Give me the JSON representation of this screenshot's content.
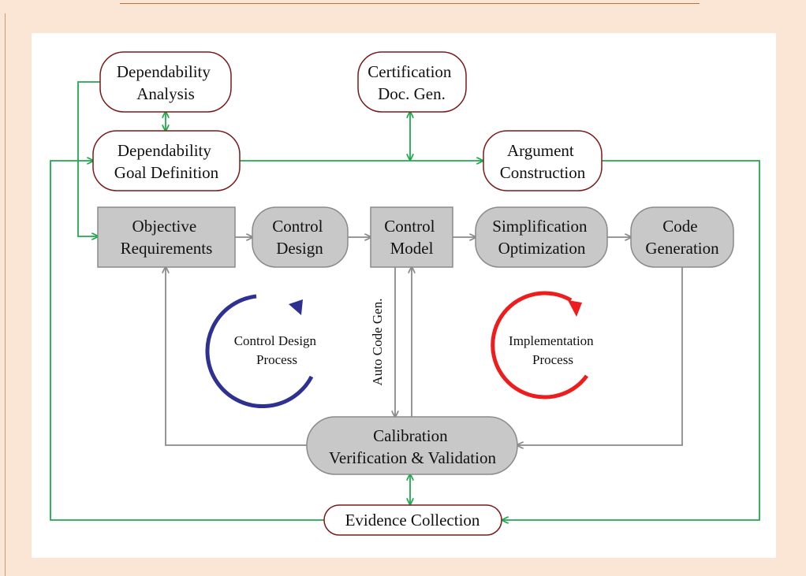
{
  "nodes": {
    "dependability_analysis": [
      "Dependability",
      "Analysis"
    ],
    "certification_doc_gen": [
      "Certification",
      "Doc. Gen."
    ],
    "dependability_goal_definition": [
      "Dependability",
      "Goal Definition"
    ],
    "argument_construction": [
      "Argument",
      "Construction"
    ],
    "objective_requirements": [
      "Objective",
      "Requirements"
    ],
    "control_design": [
      "Control",
      "Design"
    ],
    "control_model": [
      "Control",
      "Model"
    ],
    "simplification_optimization": [
      "Simplification",
      "Optimization"
    ],
    "code_generation": [
      "Code",
      "Generation"
    ],
    "calibration_vv": [
      "Calibration",
      "Verification & Validation"
    ],
    "evidence_collection": [
      "Evidence Collection"
    ]
  },
  "labels": {
    "auto_code_gen": "Auto Code Gen.",
    "control_design_process": [
      "Control Design",
      "Process"
    ],
    "implementation_process": [
      "Implementation",
      "Process"
    ]
  },
  "colors": {
    "background": "#fbe6d5",
    "canvas": "#ffffff",
    "dependability_flow": "#1faa4f",
    "process_flow": "#8a8a8a",
    "process_box_fill": "#c8c8c8",
    "dependability_box_border": "#7b1a1a",
    "control_design_cycle": "#2e3192",
    "implementation_cycle": "#ee1c1c"
  }
}
